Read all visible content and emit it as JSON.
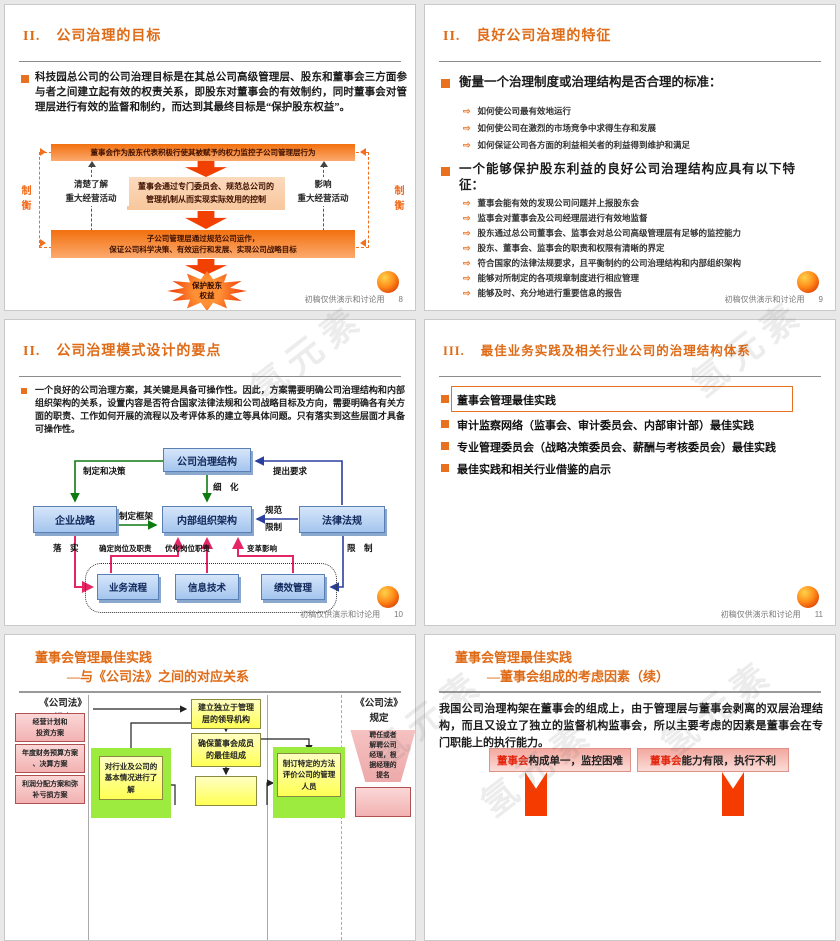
{
  "page": {
    "footer_label": "初稿仅供演示和讨论用",
    "watermark": "氢元素",
    "icons": {
      "sub_arrow": "⇨"
    }
  },
  "slide1": {
    "num": "II.",
    "title": "公司治理的目标",
    "body": "科技园总公司的公司治理目标是在其总公司高级管理层、股东和董事会三方面参与者之间建立起有效的权责关系，即股东对董事会的有效制约，同时董事会对管理层进行有效的监督和制约，而达到其最终目标是“保护股东权益”。",
    "diagram": {
      "top_bar": "董事会作为股东代表积极行使其被赋予的权力监控子公司管理层行为",
      "balance_left": "制衡",
      "balance_right": "制衡",
      "note_left": "清楚了解\n重大经营活动",
      "center_box": "董事会通过专门委员会、规范总公司的\n管理机制从而实现实际效用的控制",
      "note_right": "影响\n重大经营活动",
      "bottom_bar": "子公司管理层通过规范公司运作，\n保证公司科学决策、有效运行和发展、实现公司战略目标",
      "star": "保护股东\n权益"
    },
    "page_no": "8"
  },
  "slide2": {
    "num": "II.",
    "title": "良好公司治理的特征",
    "bullet1": "衡量一个治理制度或治理结构是否合理的标准：",
    "b1_items": [
      "如何使公司最有效地运行",
      "如何使公司在激烈的市场竞争中求得生存和发展",
      "如何保证公司各方面的利益相关者的利益得到维护和满足"
    ],
    "bullet2": "一个能够保护股东利益的良好公司治理结构应具有以下特征：",
    "b2_items": [
      "董事会能有效的发现公司问题并上报股东会",
      "监事会对董事会及公司经理层进行有效地监督",
      "股东通过总公司董事会、监事会对总公司高级管理层有足够的监控能力",
      "股东、董事会、监事会的职责和权限有清晰的界定",
      "符合国家的法律法规要求，且平衡制约的公司治理结构和内部组织架构",
      "能够对所制定的各项规章制度进行相应管理",
      "能够及时、充分地进行重要信息的报告"
    ],
    "page_no": "9"
  },
  "slide3": {
    "num": "II.",
    "title": "公司治理模式设计的要点",
    "body": "一个良好的公司治理方案，其关键是具备可操作性。因此，方案需要明确公司治理结构和内部组织架构的关系，设置内容是否符合国家法律法规和公司战略目标及方向，需要明确各有关方面的职责、工作如何开展的流程以及考评体系的建立等具体问题。只有落实到这些层面才具备可操作性。",
    "boxes": {
      "governance": "公司治理结构",
      "strategy": "企业战略",
      "org": "内部组织架构",
      "law": "法律法规",
      "process": "业务流程",
      "it": "信息技术",
      "perf": "绩效管理"
    },
    "labels": {
      "decide": "制定和决策",
      "require": "提出要求",
      "refine": "细　化",
      "frame": "制定框架",
      "regulate": "规范",
      "restrict_small": "限制",
      "implement": "落　实",
      "define": "确定岗位及职责",
      "optimize": "优化岗位职责",
      "change": "变革影响",
      "restrict": "限　制"
    },
    "page_no": "10"
  },
  "slide4": {
    "num": "III.",
    "title": "最佳业务实践及相关行业公司的治理结构体系",
    "items": [
      "董事会管理最佳实践",
      "审计监察网络（监事会、审计委员会、内部审计部）最佳实践",
      "专业管理委员会（战略决策委员会、薪酬与考核委员会）最佳实践",
      "最佳实践和相关行业借鉴的启示"
    ],
    "page_no": "11"
  },
  "slide5": {
    "title1": "董事会管理最佳实践",
    "title2": "—与《公司法》之间的对应关系",
    "left_header": "《公司法》\n规定",
    "right_header": "《公司法》\n规定",
    "left_boxes": [
      "经营计划和\n投资方案",
      "年度财务预算方案\n、决算方案",
      "利润分配方案和弥\n补亏损方案"
    ],
    "flow1": "建立独立于管理\n层的领导机构",
    "flow2": "确保董事会成员\n的最佳组成",
    "green_left": "对行业及公司的\n基本情况进行了\n解",
    "green_right": "制订特定的方法\n评价公司的管理\n人员",
    "trapezoid": "聘任或者\n解聘公司\n经理，根\n据经理的\n提名"
  },
  "slide6": {
    "title1": "董事会管理最佳实践",
    "title2": "—董事会组成的考虑因素（续）",
    "body": "我国公司治理构架在董事会的组成上，由于管理层与董事会剥离的双层治理结构，而且又设立了独立的监督机构监事会，所以主要考虑的因素是董事会在专门职能上的执行能力。",
    "box1_em": "董事会",
    "box1_text": "构成单一，监控困难",
    "box2_em": "董事会",
    "box2_text": "能力有限，执行不利"
  }
}
